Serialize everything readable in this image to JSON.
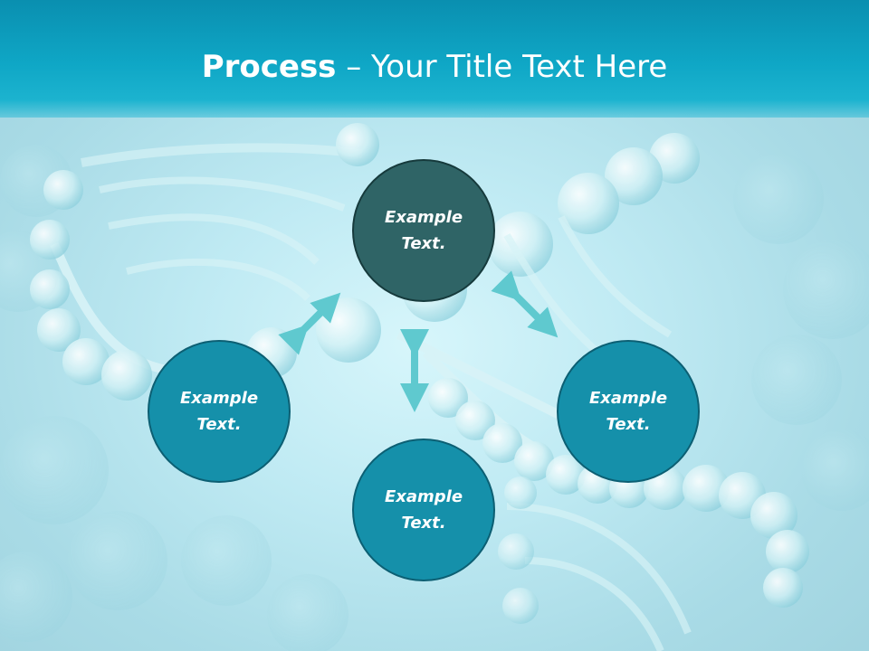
{
  "slide": {
    "title_bold": "Process",
    "title_rest": " – Your Title Text Here"
  },
  "nodes": [
    {
      "text": "Example Text."
    },
    {
      "text": "Example Text."
    },
    {
      "text": "Example Text."
    },
    {
      "text": "Example Text."
    }
  ],
  "colors": {
    "header": "#0fa7c6",
    "node_fill": "#1590aa",
    "node_top_fill": "#2f6466",
    "arrow": "#5fc9cf"
  }
}
